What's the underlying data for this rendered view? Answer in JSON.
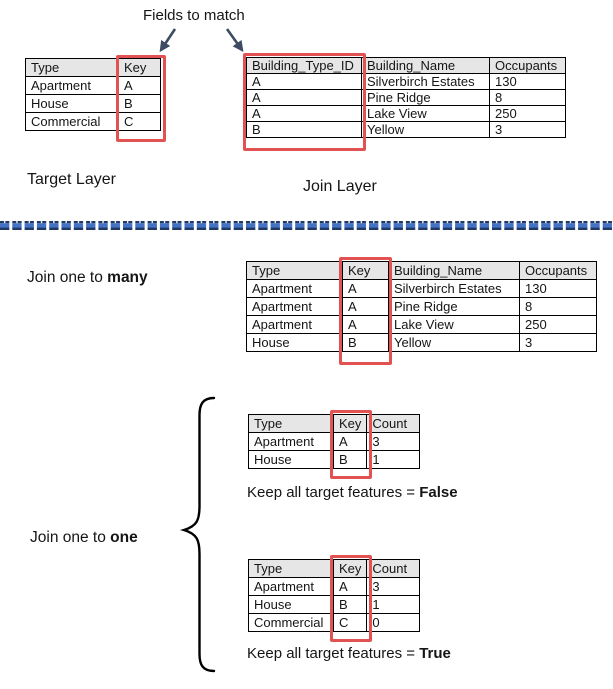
{
  "header": {
    "fields_to_match": "Fields to match"
  },
  "colors": {
    "accent_red": "#E25252",
    "divider_blue": "#4472C4",
    "divider_navy": "#1F3864",
    "arrow_navy": "#3E4C63",
    "table_header_bg": "#E7E6E6"
  },
  "target_layer": {
    "label": "Target Layer",
    "table": {
      "headers": [
        "Type",
        "Key"
      ],
      "rows": [
        [
          "Apartment",
          "A"
        ],
        [
          "House",
          "B"
        ],
        [
          "Commercial",
          "C"
        ]
      ]
    }
  },
  "join_layer": {
    "label": "Join Layer",
    "table": {
      "headers": [
        "Building_Type_ID",
        "Building_Name",
        "Occupants"
      ],
      "rows": [
        [
          "A",
          "Silverbirch Estates",
          "130"
        ],
        [
          "A",
          "Pine Ridge",
          "8"
        ],
        [
          "A",
          "Lake View",
          "250"
        ],
        [
          "B",
          "Yellow",
          "3"
        ]
      ]
    }
  },
  "join_one_to_many": {
    "label_prefix": "Join one to ",
    "label_bold": "many",
    "table": {
      "headers": [
        "Type",
        "Key",
        "Building_Name",
        "Occupants"
      ],
      "rows": [
        [
          "Apartment",
          "A",
          "Silverbirch Estates",
          "130"
        ],
        [
          "Apartment",
          "A",
          "Pine Ridge",
          "8"
        ],
        [
          "Apartment",
          "A",
          "Lake View",
          "250"
        ],
        [
          "House",
          "B",
          "Yellow",
          "3"
        ]
      ]
    }
  },
  "join_one_to_one": {
    "label_prefix": "Join one to ",
    "label_bold": "one",
    "false_case": {
      "table": {
        "headers": [
          "Type",
          "Key",
          "Count"
        ],
        "rows": [
          [
            "Apartment",
            "A",
            "3"
          ],
          [
            "House",
            "B",
            "1"
          ]
        ]
      },
      "caption_prefix": "Keep all target features = ",
      "caption_bold": "False"
    },
    "true_case": {
      "table": {
        "headers": [
          "Type",
          "Key",
          "Count"
        ],
        "rows": [
          [
            "Apartment",
            "A",
            "3"
          ],
          [
            "House",
            "B",
            "1"
          ],
          [
            "Commercial",
            "C",
            "0"
          ]
        ]
      },
      "caption_prefix": "Keep all target features = ",
      "caption_bold": "True"
    }
  }
}
